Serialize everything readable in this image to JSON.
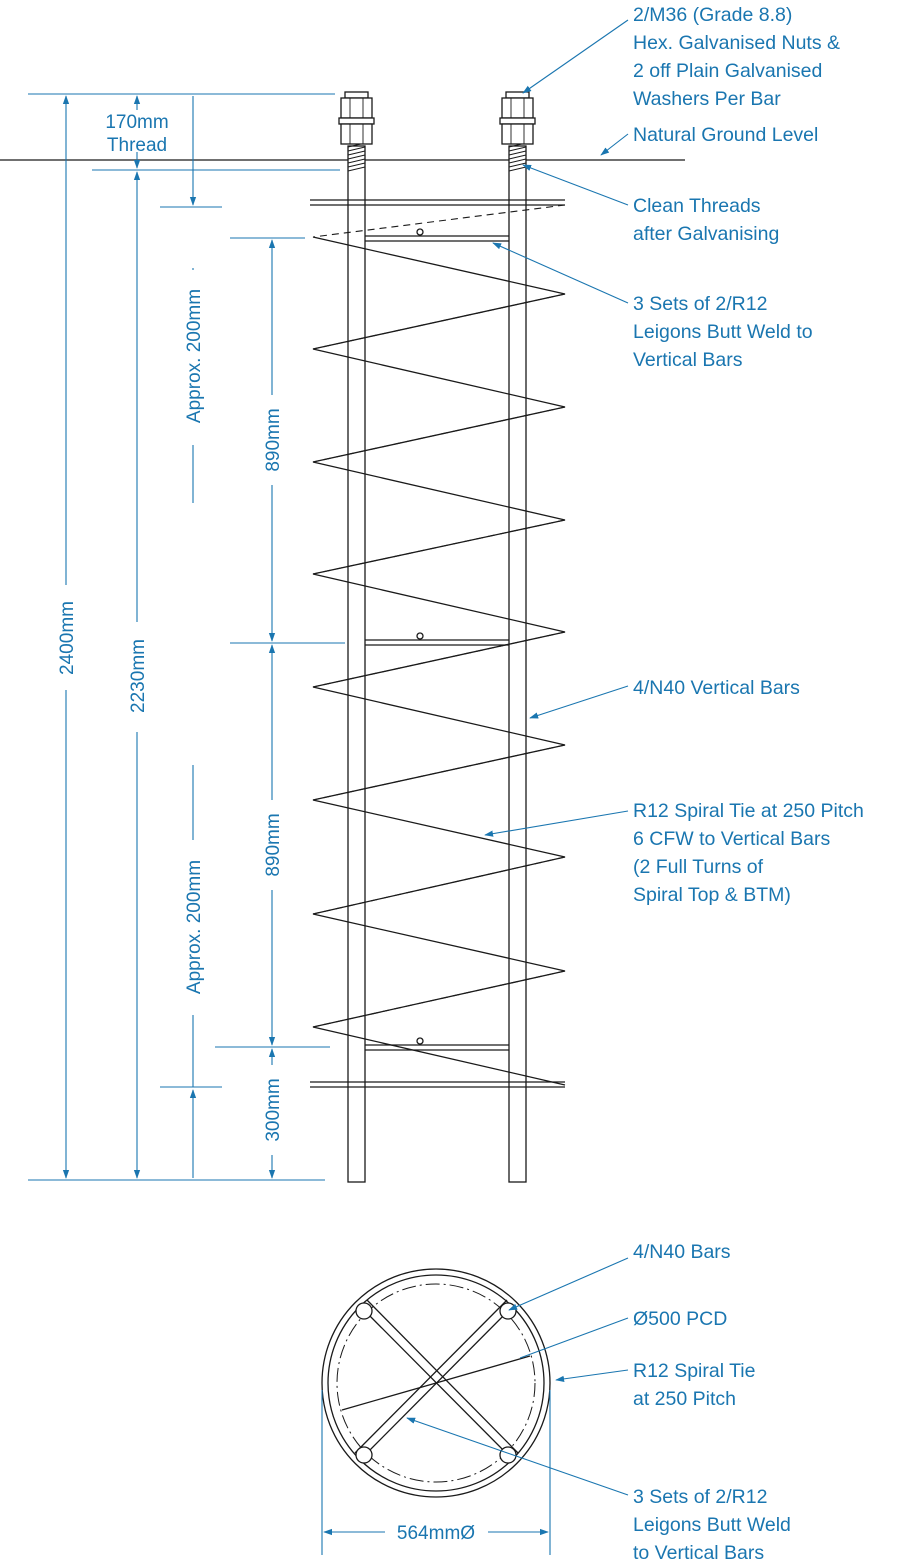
{
  "colors": {
    "annotation": "#1a76b0",
    "drawing": "#1a1a1a",
    "background": "#ffffff"
  },
  "elevation": {
    "callouts": {
      "nuts": [
        "2/M36 (Grade 8.8)",
        "Hex. Galvanised Nuts &",
        "2 off Plain Galvanised",
        "Washers Per Bar"
      ],
      "ground": [
        "Natural Ground Level"
      ],
      "threads": [
        "Clean Threads",
        "after Galvanising"
      ],
      "ligatures": [
        "3 Sets of 2/R12",
        "Leigons Butt Weld to",
        "Vertical Bars"
      ],
      "vertical_bars": [
        "4/N40 Vertical Bars"
      ],
      "spiral": [
        "R12 Spiral Tie at 250 Pitch",
        "6 CFW to Vertical Bars",
        "(2 Full Turns of",
        "Spiral Top & BTM)"
      ]
    },
    "dimensions": {
      "thread_value": "170mm",
      "thread_label": "Thread",
      "overall": "2400mm",
      "embedded": "2230mm",
      "spiral_top": "Approx. 200mm",
      "spiral_bottom": "Approx. 200mm",
      "upper_spacing": "890mm",
      "lower_spacing": "890mm",
      "bottom": "300mm"
    }
  },
  "plan": {
    "callouts": {
      "bars": [
        "4/N40 Bars"
      ],
      "pcd": [
        "Ø500 PCD"
      ],
      "spiral": [
        "R12 Spiral Tie",
        "at 250 Pitch"
      ],
      "ligatures": [
        "3 Sets of 2/R12",
        "Leigons Butt Weld",
        "to Vertical Bars"
      ]
    },
    "dimensions": {
      "diameter": "564mmØ"
    }
  }
}
